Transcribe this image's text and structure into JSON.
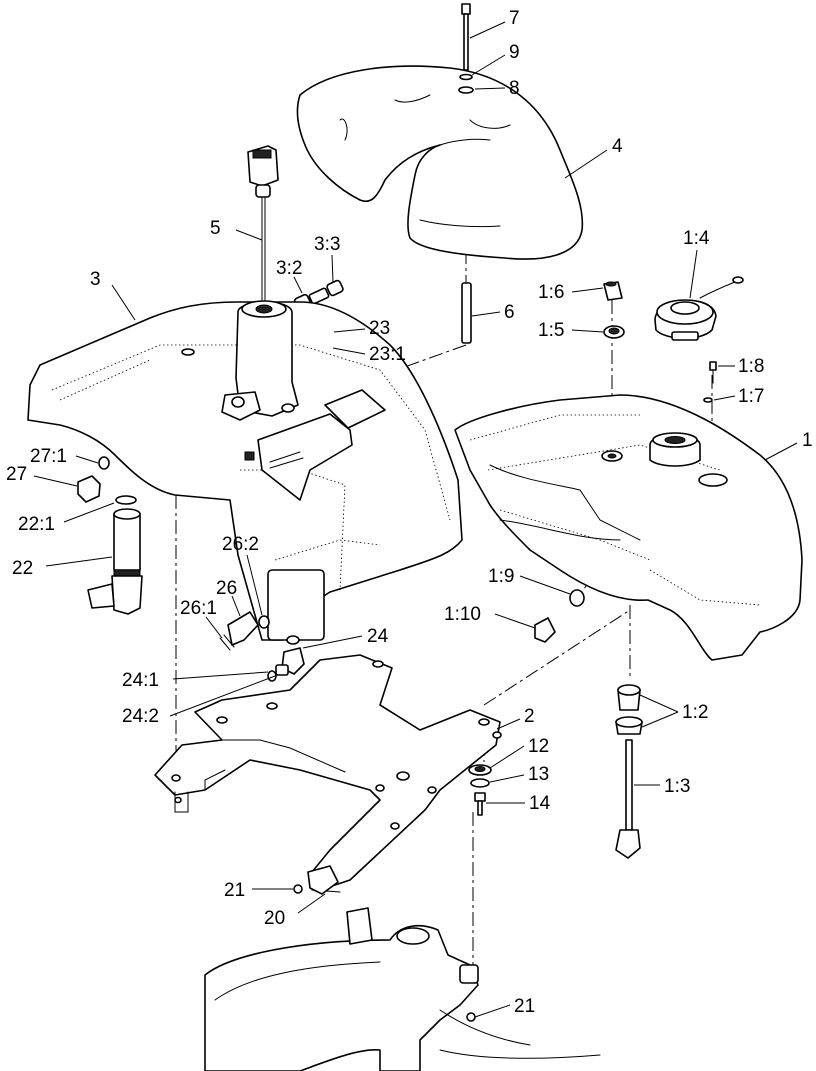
{
  "colors": {
    "line": "#000000",
    "background": "#ffffff"
  },
  "callouts": [
    {
      "id": "c7",
      "text": "7"
    },
    {
      "id": "c9",
      "text": "9"
    },
    {
      "id": "c8",
      "text": "8"
    },
    {
      "id": "c4",
      "text": "4"
    },
    {
      "id": "c5",
      "text": "5"
    },
    {
      "id": "c3_3",
      "text": "3:3"
    },
    {
      "id": "c3_2",
      "text": "3:2"
    },
    {
      "id": "c3",
      "text": "3"
    },
    {
      "id": "c23",
      "text": "23"
    },
    {
      "id": "c23_1",
      "text": "23:1"
    },
    {
      "id": "c6",
      "text": "6"
    },
    {
      "id": "c1_4",
      "text": "1:4"
    },
    {
      "id": "c1_6",
      "text": "1:6"
    },
    {
      "id": "c1_5",
      "text": "1:5"
    },
    {
      "id": "c1_8",
      "text": "1:8"
    },
    {
      "id": "c1_7",
      "text": "1:7"
    },
    {
      "id": "c1",
      "text": "1"
    },
    {
      "id": "c27_1",
      "text": "27:1"
    },
    {
      "id": "c27",
      "text": "27"
    },
    {
      "id": "c22_1",
      "text": "22:1"
    },
    {
      "id": "c22",
      "text": "22"
    },
    {
      "id": "c26_2",
      "text": "26:2"
    },
    {
      "id": "c26",
      "text": "26"
    },
    {
      "id": "c26_1",
      "text": "26:1"
    },
    {
      "id": "c1_9",
      "text": "1:9"
    },
    {
      "id": "c1_10",
      "text": "1:10"
    },
    {
      "id": "c24",
      "text": "24"
    },
    {
      "id": "c24_1",
      "text": "24:1"
    },
    {
      "id": "c24_2",
      "text": "24:2"
    },
    {
      "id": "c2",
      "text": "2"
    },
    {
      "id": "c1_2",
      "text": "1:2"
    },
    {
      "id": "c12",
      "text": "12"
    },
    {
      "id": "c13",
      "text": "13"
    },
    {
      "id": "c14",
      "text": "14"
    },
    {
      "id": "c1_3",
      "text": "1:3"
    },
    {
      "id": "c21a",
      "text": "21"
    },
    {
      "id": "c20",
      "text": "20"
    },
    {
      "id": "c21b",
      "text": "21"
    }
  ]
}
